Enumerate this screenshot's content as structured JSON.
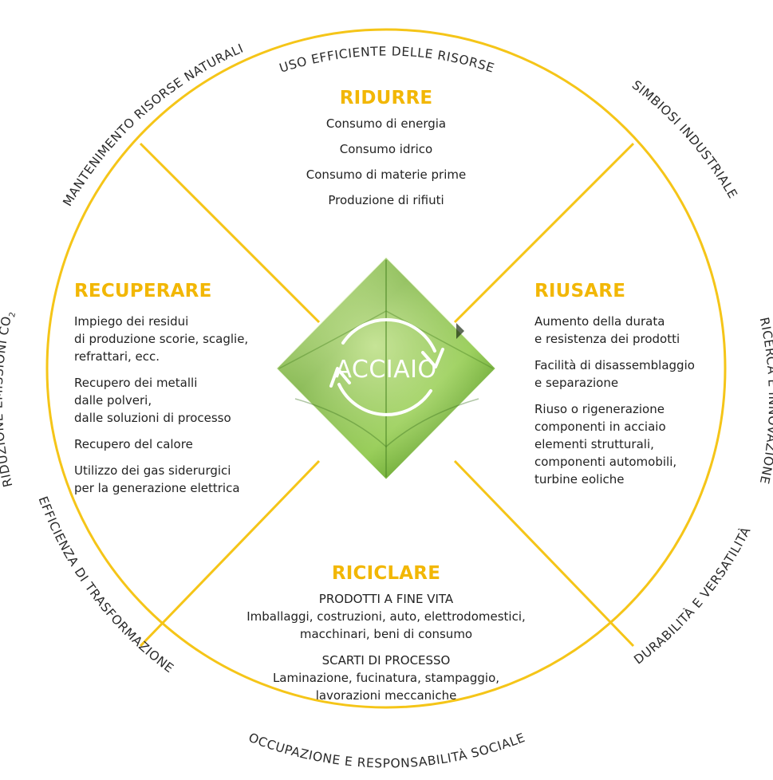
{
  "ring_labels": {
    "top": "USO EFFICIENTE DELLE RISORSE",
    "top_right": "SIMBIOSI INDUSTRIALE",
    "right": "RICERCA E INNOVAZIONE",
    "bottom_right": "DURABILITÀ E VERSATILITÀ",
    "bottom": "OCCUPAZIONE E RESPONSABILITÀ SOCIALE",
    "bottom_left": "EFFICIENZA DI TRASFORMAZIONE",
    "left": "RIDUZIONE EMISSIONI CO",
    "left_subscript": "2",
    "top_left": "MANTENIMENTO RISORSE NATURALI"
  },
  "center": {
    "label": "ACCIAIO"
  },
  "colors": {
    "accent": "#f2b705",
    "ring": "#f5c518",
    "leaf_dark": "#3f7a1e",
    "leaf_light": "#8cc74a"
  },
  "quadrants": {
    "ridurre": {
      "title": "RIDURRE",
      "items": [
        "Consumo di energia",
        "Consumo idrico",
        "Consumo di materie prime",
        "Produzione di rifiuti"
      ]
    },
    "riusare": {
      "title": "RIUSARE",
      "items": [
        [
          "Aumento della durata",
          "e resistenza dei prodotti"
        ],
        [
          "Facilità di disassemblaggio",
          "e separazione"
        ],
        [
          "Riuso o rigenerazione",
          "componenti in acciaio",
          "elementi strutturali,",
          "componenti automobili,",
          "turbine eoliche"
        ]
      ]
    },
    "recuperare": {
      "title": "RECUPERARE",
      "items": [
        [
          "Impiego dei residui",
          "di produzione scorie, scaglie,",
          "refrattari, ecc."
        ],
        [
          "Recupero dei metalli",
          "dalle polveri,",
          "dalle soluzioni di processo"
        ],
        [
          "Recupero del calore"
        ],
        [
          "Utilizzo dei gas siderurgici",
          "per la generazione elettrica"
        ]
      ]
    },
    "riciclare": {
      "title": "RICICLARE",
      "items": [
        [
          "PRODOTTI A FINE VITA",
          "Imballaggi, costruzioni, auto, elettrodomestici,",
          "macchinari, beni di consumo"
        ],
        [
          "SCARTI DI PROCESSO",
          "Laminazione, fucinatura, stampaggio,",
          "lavorazioni meccaniche"
        ]
      ]
    }
  }
}
